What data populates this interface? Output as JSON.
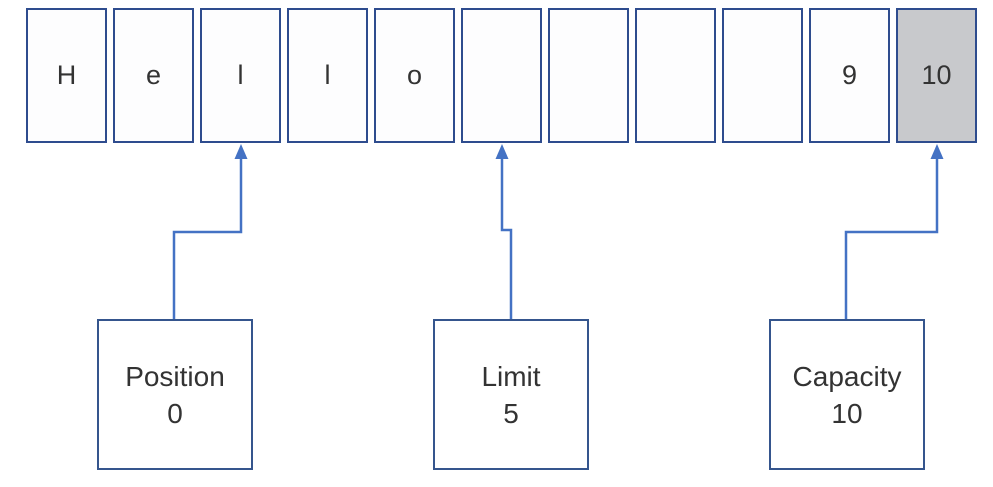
{
  "diagram": {
    "title": "buffer-state-diagram",
    "buffer_cells": [
      {
        "value": "H",
        "highlighted": false
      },
      {
        "value": "e",
        "highlighted": false
      },
      {
        "value": "l",
        "highlighted": false
      },
      {
        "value": "l",
        "highlighted": false
      },
      {
        "value": "o",
        "highlighted": false
      },
      {
        "value": "",
        "highlighted": false
      },
      {
        "value": "",
        "highlighted": false
      },
      {
        "value": "",
        "highlighted": false
      },
      {
        "value": "",
        "highlighted": false
      },
      {
        "value": "9",
        "highlighted": false
      },
      {
        "value": "10",
        "highlighted": true
      }
    ],
    "pointers": [
      {
        "label": "Position",
        "value": "0",
        "points_to_cell_index": 2
      },
      {
        "label": "Limit",
        "value": "5",
        "points_to_cell_index": 5
      },
      {
        "label": "Capacity",
        "value": "10",
        "points_to_cell_index": 10
      }
    ],
    "colors": {
      "cell_border": "#2E4C8E",
      "box_border": "#35558D",
      "arrow": "#4472C4",
      "highlight_fill": "#C8C9CC",
      "cell_fill": "#FDFDFE",
      "text": "#333333"
    }
  }
}
